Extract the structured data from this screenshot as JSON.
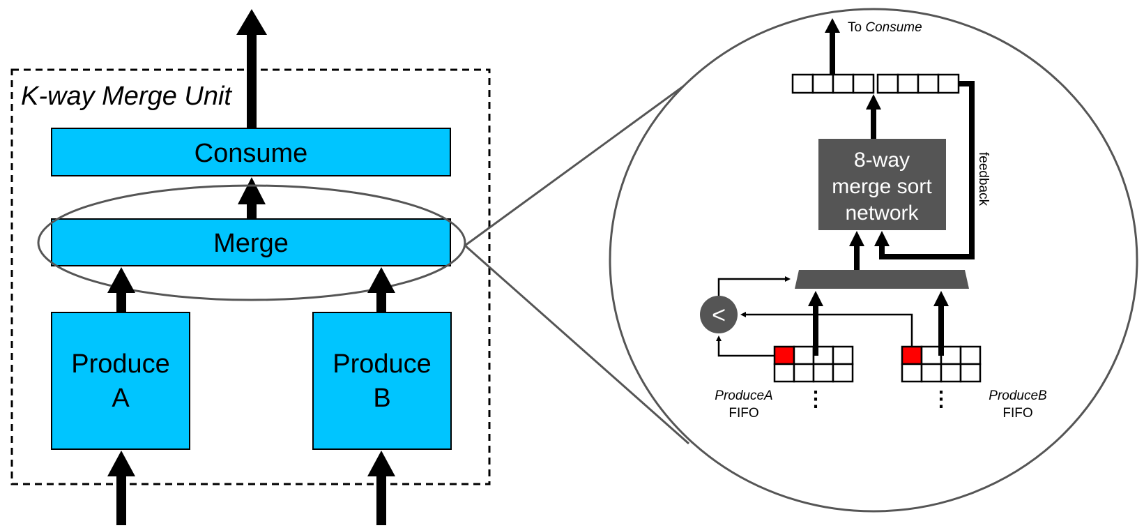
{
  "left": {
    "unit_title": "K-way Merge Unit",
    "consume_label": "Consume",
    "merge_label": "Merge",
    "produce_a": [
      "Produce",
      "A"
    ],
    "produce_b": [
      "Produce",
      "B"
    ]
  },
  "zoom": {
    "to_prefix": "To ",
    "to_target": "Consume",
    "network_label": [
      "8-way",
      "merge sort",
      "network"
    ],
    "feedback_label": "feedback",
    "compare_symbol": "<",
    "fifo_a": {
      "name": "ProduceA",
      "suffix": "FIFO"
    },
    "fifo_b": {
      "name": "ProduceB",
      "suffix": "FIFO"
    },
    "ellipsis": "⋮"
  },
  "colors": {
    "block_fill": "#00c5ff",
    "dark_block": "#555555",
    "head_element": "#ff0000"
  }
}
